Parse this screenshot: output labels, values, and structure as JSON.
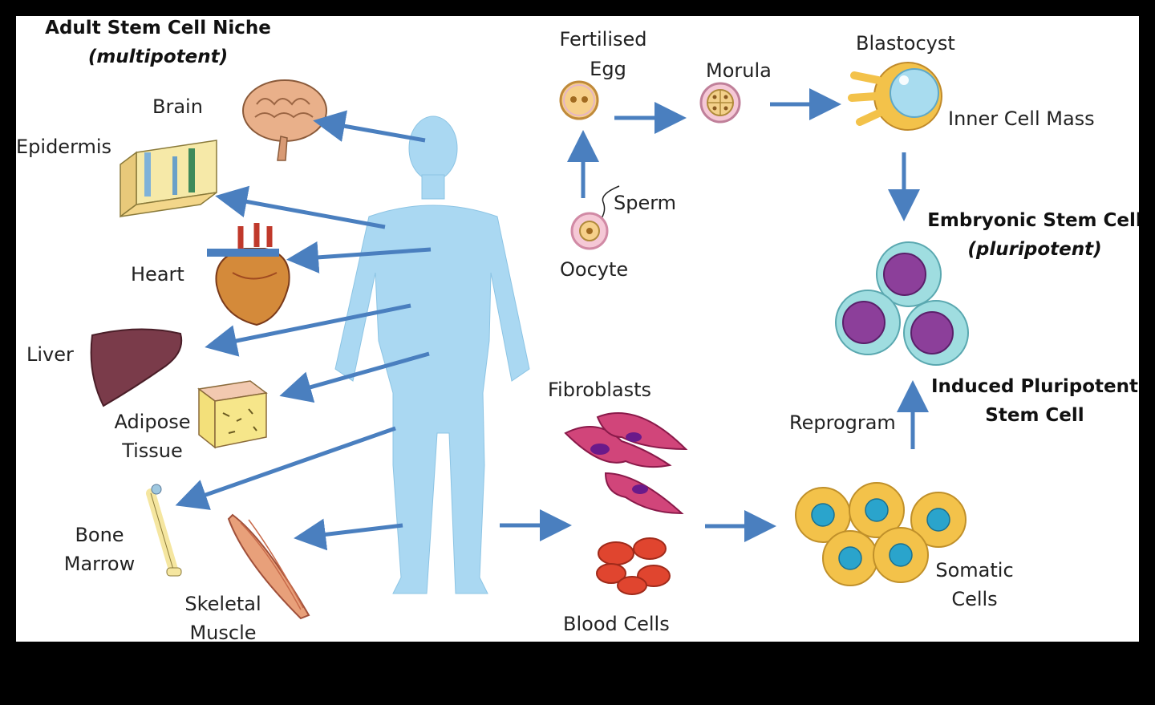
{
  "adult_niche": {
    "title": "Adult Stem Cell Niche",
    "subtitle": "(multipotent)"
  },
  "tissues": {
    "brain": "Brain",
    "epidermis": "Epidermis",
    "heart": "Heart",
    "liver": "Liver",
    "adipose_1": "Adipose",
    "adipose_2": "Tissue",
    "bone_1": "Bone",
    "bone_2": "Marrow",
    "muscle_1": "Skeletal",
    "muscle_2": "Muscle"
  },
  "embryo": {
    "egg_1": "Fertilised",
    "egg_2": "Egg",
    "morula": "Morula",
    "blastocyst": "Blastocyst",
    "inner_cell_mass": "Inner Cell Mass",
    "sperm": "Sperm",
    "oocyte": "Oocyte"
  },
  "esc": {
    "title": "Embryonic Stem Cell",
    "subtitle": "(pluripotent)"
  },
  "ipsc": {
    "title_1": "Induced Pluripotent",
    "title_2": "Stem Cell"
  },
  "reprogram": "Reprogram",
  "somatic": {
    "fibroblasts": "Fibroblasts",
    "blood_cells": "Blood Cells",
    "somatic_1": "Somatic",
    "somatic_2": "Cells"
  },
  "colors": {
    "arrow": "#4a7fbf",
    "body": "#aad8f2",
    "esc_outer": "#9fdde0",
    "esc_nucleus": "#8c3f9a",
    "somatic_outer": "#f3c24a",
    "somatic_nucleus": "#2aa4cc",
    "rbc": "#e0452f",
    "fibroblast": "#d1457a",
    "liver": "#7a3b4a"
  }
}
